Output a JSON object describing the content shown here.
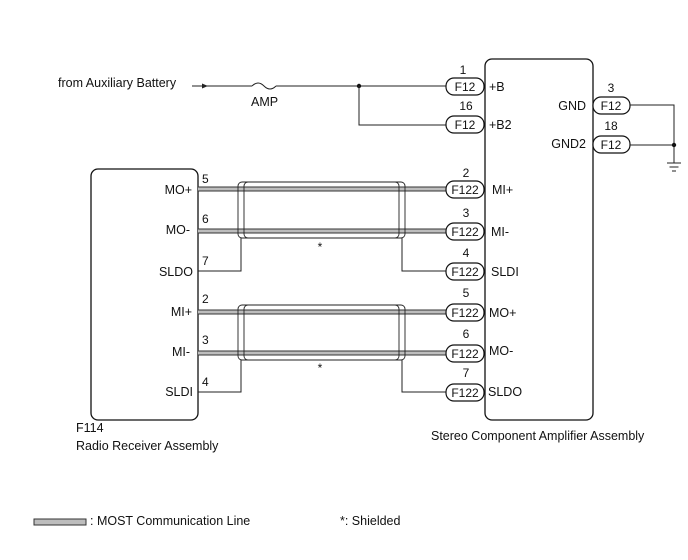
{
  "source": {
    "label": "from Auxiliary Battery",
    "fuse": "AMP"
  },
  "receiver": {
    "code": "F114",
    "name": "Radio Receiver Assembly",
    "pins": [
      {
        "num": "5",
        "name": "MO+"
      },
      {
        "num": "6",
        "name": "MO-"
      },
      {
        "num": "7",
        "name": "SLDO"
      },
      {
        "num": "2",
        "name": "MI+"
      },
      {
        "num": "3",
        "name": "MI-"
      },
      {
        "num": "4",
        "name": "SLDI"
      }
    ]
  },
  "amplifier": {
    "name": "Stereo Component Amplifier Assembly",
    "power_pins": [
      {
        "num": "1",
        "conn": "F12",
        "name": "+B"
      },
      {
        "num": "16",
        "conn": "F12",
        "name": "+B2"
      }
    ],
    "ground_pins": [
      {
        "num": "3",
        "conn": "F12",
        "name": "GND"
      },
      {
        "num": "18",
        "conn": "F12",
        "name": "GND2"
      }
    ],
    "signal_pins": [
      {
        "num": "2",
        "conn": "F122",
        "name": "MI+"
      },
      {
        "num": "3",
        "conn": "F122",
        "name": "MI-"
      },
      {
        "num": "4",
        "conn": "F122",
        "name": "SLDI"
      },
      {
        "num": "5",
        "conn": "F122",
        "name": "MO+"
      },
      {
        "num": "6",
        "conn": "F122",
        "name": "MO-"
      },
      {
        "num": "7",
        "conn": "F122",
        "name": "SLDO"
      }
    ]
  },
  "shield_marks": [
    "*",
    "*"
  ],
  "legend": {
    "most_line": ": MOST Communication Line",
    "shielded": "*: Shielded"
  }
}
